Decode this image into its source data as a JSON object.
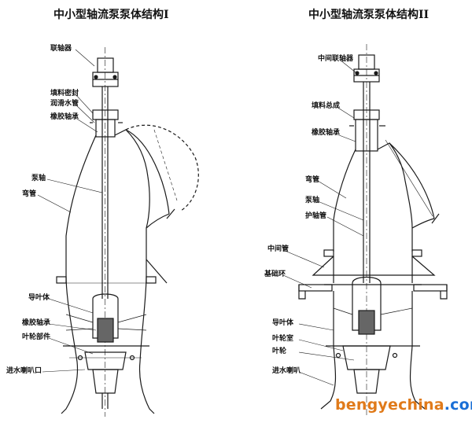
{
  "titles": {
    "left": "中小型轴流泵泵体结构I",
    "right": "中小型轴流泵泵体结构II"
  },
  "left_labels": [
    "联轴器",
    "填料密封",
    "润滑水管",
    "橡胶轴承",
    "泵轴",
    "弯管",
    "导叶体",
    "橡胶轴承",
    "叶轮部件",
    "进水喇叭口"
  ],
  "right_labels": [
    "中间联轴器",
    "填料总成",
    "橡胶轴承",
    "弯管",
    "泵轴",
    "护轴管",
    "中间管",
    "基础环",
    "导叶体",
    "叶轮室",
    "叶轮",
    "进水喇叭"
  ],
  "watermark": {
    "part1": "bengyechina",
    "part2": ".com",
    "color1": "#e07a1a",
    "color2": "#1a6fd6"
  },
  "colors": {
    "line": "#1a1a1a",
    "hatch": "#666666"
  }
}
